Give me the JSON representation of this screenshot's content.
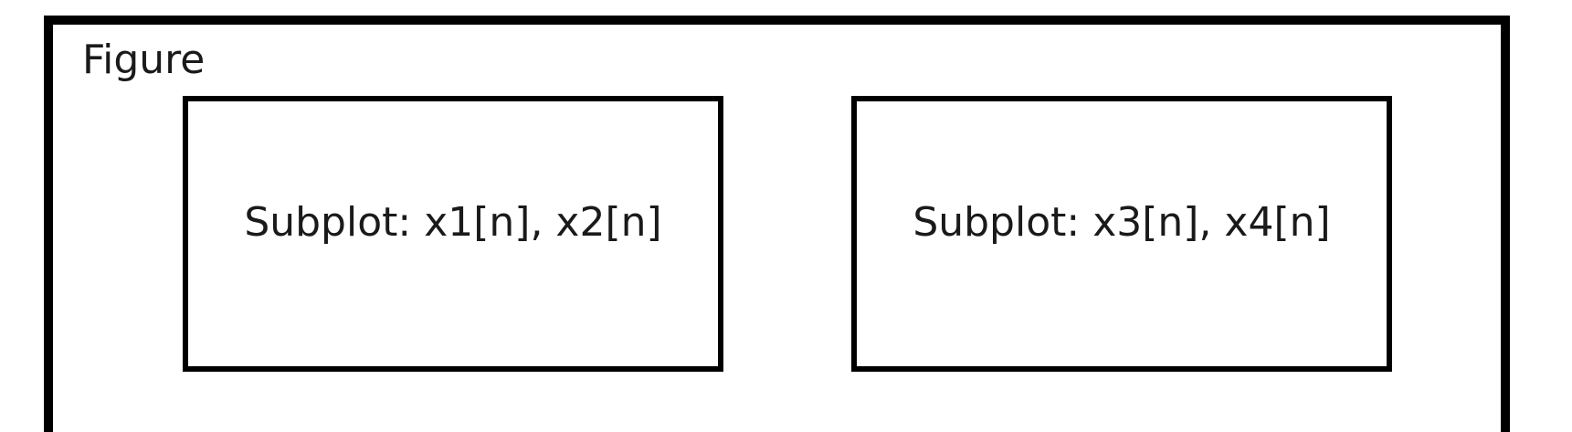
{
  "figure": {
    "label": "Figure"
  },
  "subplots": [
    {
      "label": "Subplot: x1[n], x2[n]"
    },
    {
      "label": "Subplot: x3[n], x4[n]"
    }
  ]
}
